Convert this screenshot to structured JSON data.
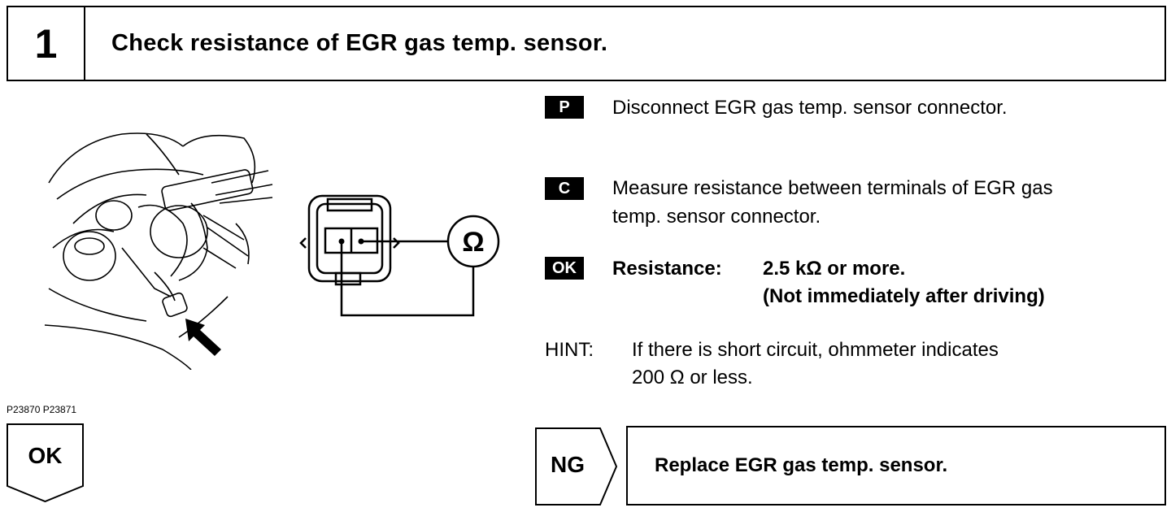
{
  "step": {
    "number": "1",
    "title": "Check resistance of EGR gas temp. sensor."
  },
  "illustration": {
    "figure_code": "P23870 P23871",
    "meter_symbol": "Ω"
  },
  "instructions": {
    "p": {
      "badge": "P",
      "text": "Disconnect EGR gas temp. sensor connector."
    },
    "c": {
      "badge": "C",
      "line1": "Measure resistance between terminals of EGR gas",
      "line2": "temp. sensor connector."
    },
    "ok": {
      "badge": "OK",
      "label": "Resistance:",
      "value_line1": "2.5 kΩ or more.",
      "value_line2": "(Not immediately after driving)"
    },
    "hint": {
      "label": "HINT:",
      "line1": "If there is short circuit, ohmmeter indicates",
      "line2": "200 Ω or less."
    }
  },
  "results": {
    "ok_label": "OK",
    "ng_label": "NG",
    "ng_action": "Replace EGR gas temp. sensor."
  }
}
